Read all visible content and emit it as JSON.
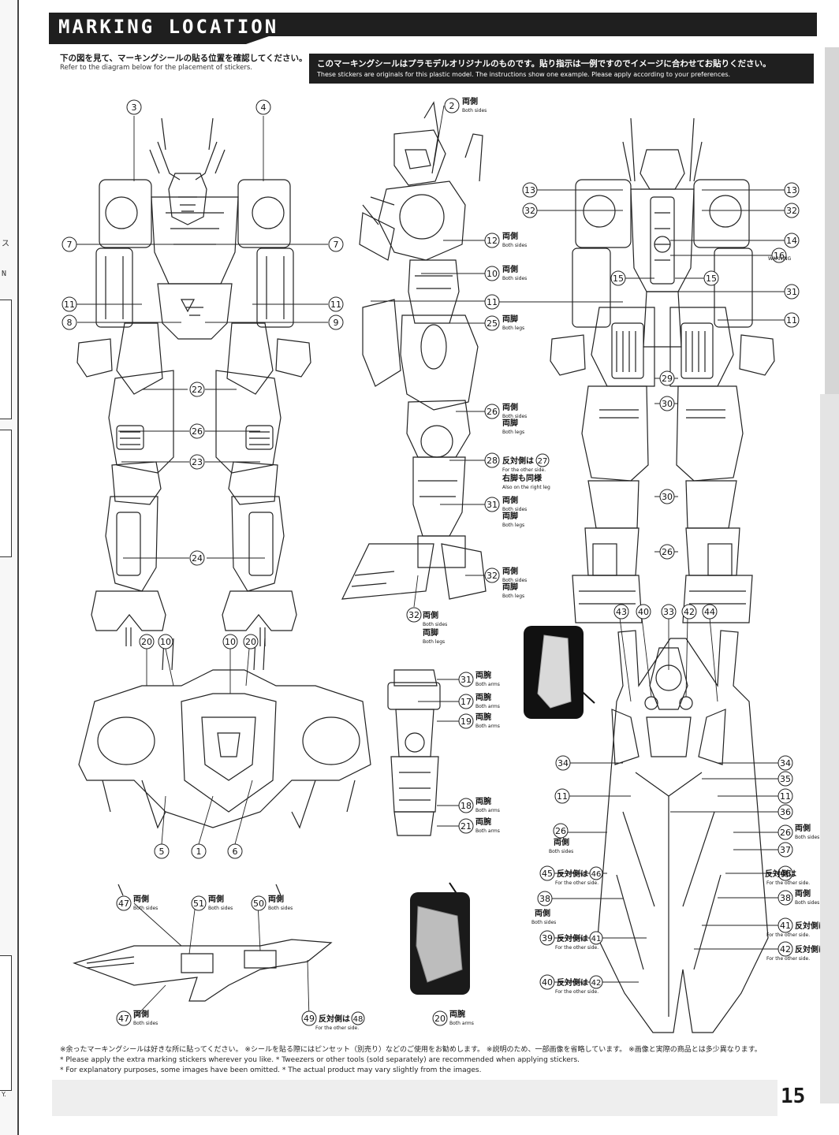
{
  "header": {
    "title": "MARKING LOCATION"
  },
  "intro": {
    "jp": "下の図を見て、マーキングシールの貼る位置を確認してください。",
    "en": "Refer to the diagram below for the placement of stickers."
  },
  "notice": {
    "jp": "このマーキングシールはプラモデルオリジナルのものです。貼り指示は一例ですのでイメージに合わせてお貼りください。",
    "en": "These stickers are originals for this plastic model. The instructions show one example. Please apply according to your preferences."
  },
  "spine": {
    "kana": "ス",
    "letter": "N",
    "corner": "Y."
  },
  "labels": {
    "both_sides_jp": "両側",
    "both_sides_en": "Both sides",
    "both_legs_jp": "両脚",
    "both_legs_en": "Both legs",
    "both_arms_jp": "両腕",
    "both_arms_en": "Both arms",
    "other_side_jp": "反対側は",
    "other_side_en": "For the other side.",
    "right_leg_jp": "右脚も同様",
    "right_leg_en": "Also on the right leg",
    "warning": "WARNING"
  },
  "footer": {
    "jp": "※余ったマーキングシールは好きな所に貼ってください。 ※シールを貼る際にはピンセット（別売り）などのご使用をお勧めします。 ※説明のため、一部画像を省略しています。 ※画像と実際の商品とは多少異なります。",
    "en1": "* Please apply the extra marking stickers wherever you like.  * Tweezers or other tools (sold separately) are recommended when applying stickers.",
    "en2": "* For explanatory purposes, some images have been omitted.  * The actual product may vary slightly from the images."
  },
  "page_number": "15"
}
